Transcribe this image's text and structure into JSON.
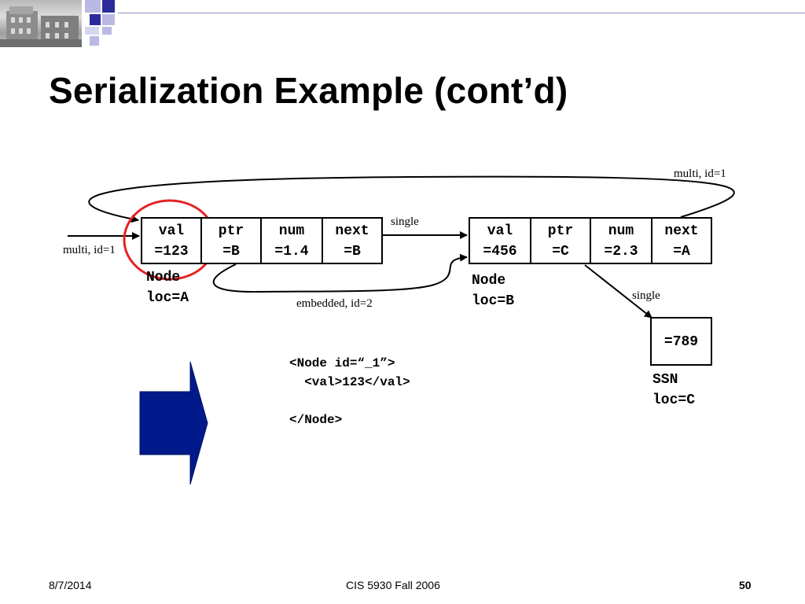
{
  "slide": {
    "title": "Serialization Example (cont’d)"
  },
  "node_a": {
    "cells": [
      {
        "field": "val",
        "value": "=123"
      },
      {
        "field": "ptr",
        "value": "=B"
      },
      {
        "field": "num",
        "value": "=1.4"
      },
      {
        "field": "next",
        "value": "=B"
      }
    ],
    "type_label": "Node",
    "loc_label": "loc=A"
  },
  "node_b": {
    "cells": [
      {
        "field": "val",
        "value": "=456"
      },
      {
        "field": "ptr",
        "value": "=C"
      },
      {
        "field": "num",
        "value": "=2.3"
      },
      {
        "field": "next",
        "value": "=A"
      }
    ],
    "type_label": "Node",
    "loc_label": "loc=B"
  },
  "ssn": {
    "value": "=789",
    "type_label": "SSN",
    "loc_label": "loc=C"
  },
  "edges": {
    "top_loop": "multi, id=1",
    "incoming": "multi, id=1",
    "single_a_to_b": "single",
    "embedded": "embedded, id=2",
    "single_b_to_c": "single"
  },
  "xml": {
    "line1": "<Node id=“_1”>",
    "line2": "  <val>123</val>",
    "line3": "",
    "line4": "</Node>"
  },
  "footer": {
    "date": "8/7/2014",
    "course": "CIS 5930 Fall 2006",
    "page_number": "50"
  },
  "colors": {
    "highlight_circle": "#e52222",
    "arrow_fill": "#001a8c",
    "accent_square_dark": "#2b2b9c",
    "accent_square_light": "#b9b9e3"
  }
}
